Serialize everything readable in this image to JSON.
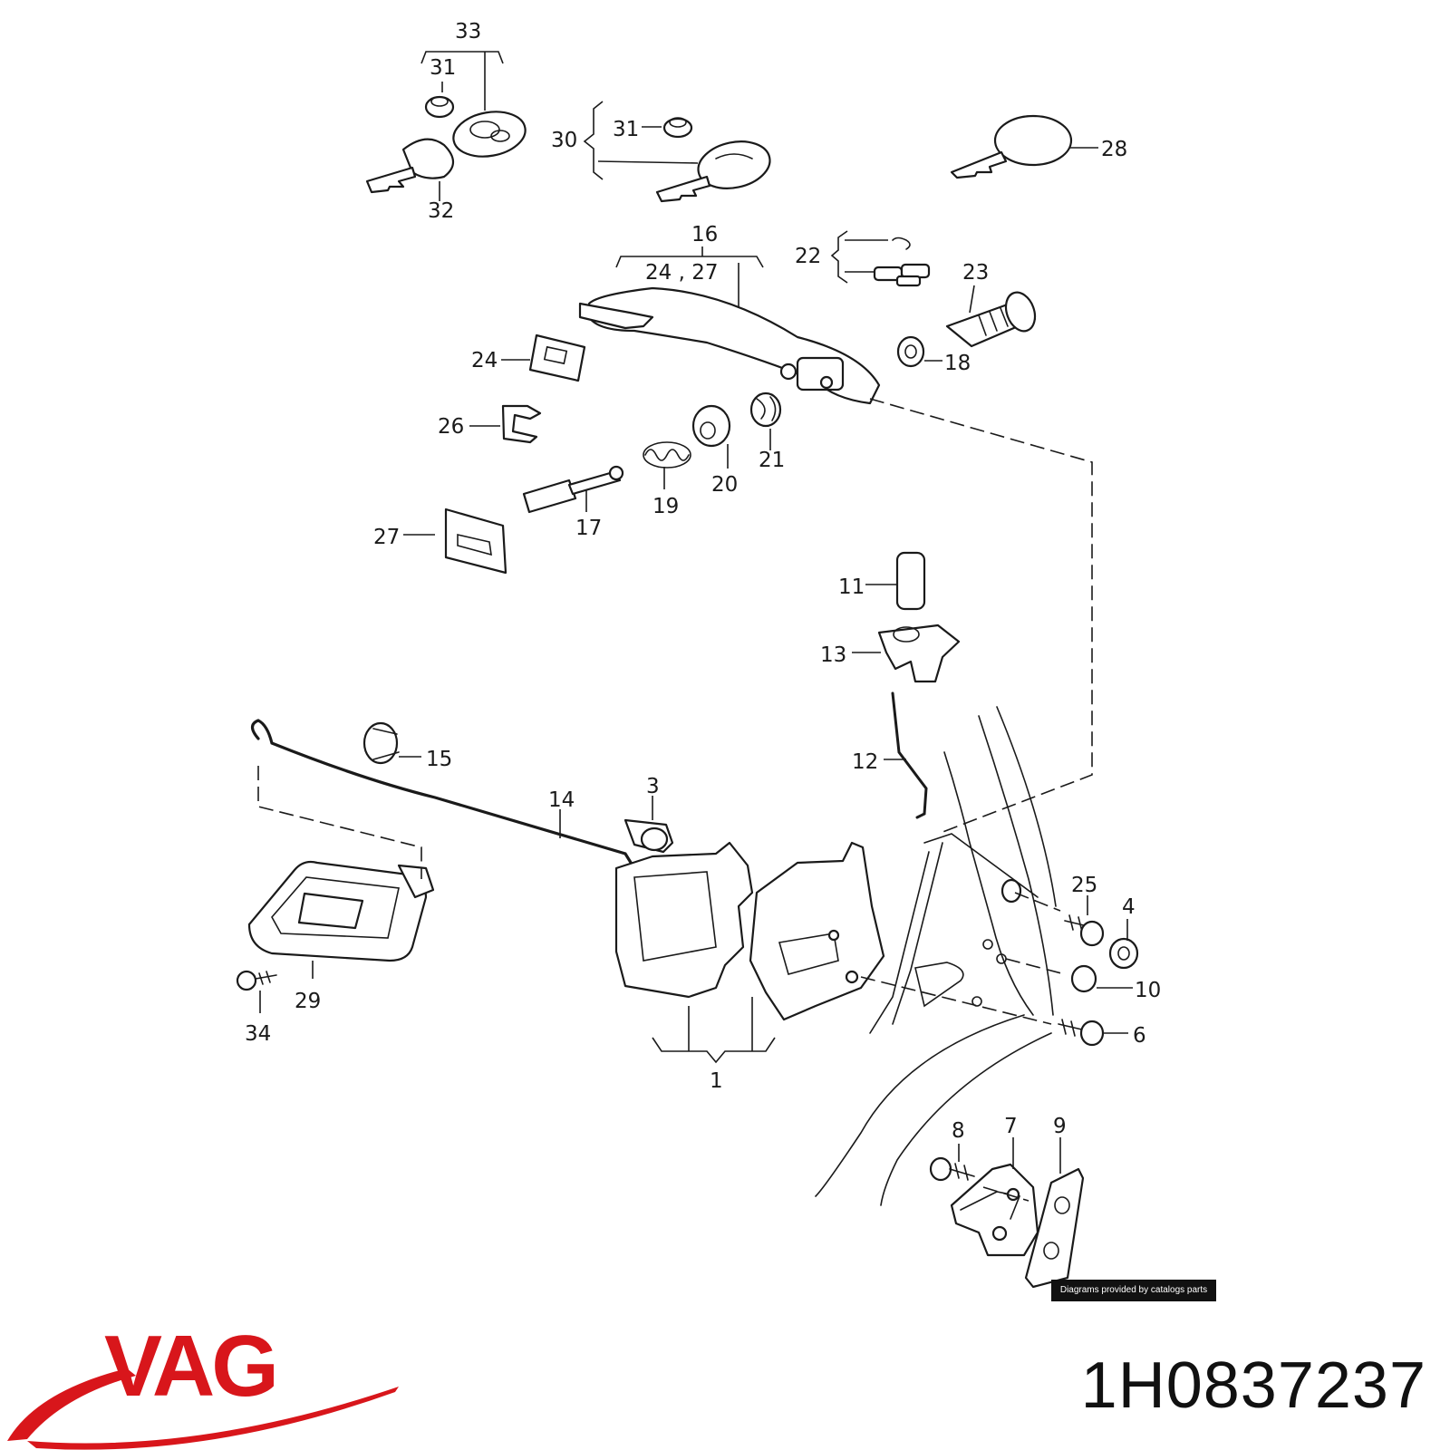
{
  "callouts": {
    "c1": "1",
    "c3": "3",
    "c4": "4",
    "c6": "6",
    "c7": "7",
    "c8": "8",
    "c9": "9",
    "c10": "10",
    "c11": "11",
    "c12": "12",
    "c13": "13",
    "c14": "14",
    "c15": "15",
    "c16": "16",
    "c17": "17",
    "c18": "18",
    "c19": "19",
    "c20": "20",
    "c21": "21",
    "c22": "22",
    "c23": "23",
    "c24": "24",
    "c24_27": "24 , 27",
    "c25": "25",
    "c26": "26",
    "c27": "27",
    "c28": "28",
    "c29": "29",
    "c30": "30",
    "c31a": "31",
    "c31b": "31",
    "c32": "32",
    "c33": "33",
    "c34": "34"
  },
  "footer": {
    "credit": "Diagrams provided by catalogs parts",
    "brand": "VAG",
    "part_number": "1H0837237"
  },
  "colors": {
    "brand_red": "#d8161b",
    "ink": "#1a1a1a",
    "background": "#ffffff"
  }
}
